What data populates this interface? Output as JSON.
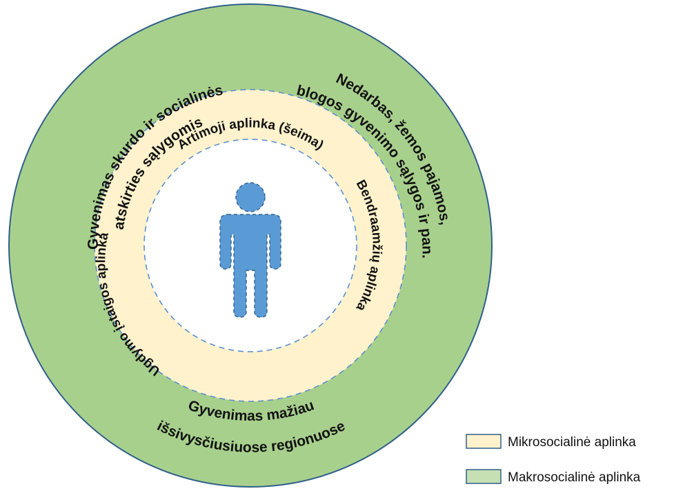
{
  "colors": {
    "macro_fill": "#a8d08d",
    "micro_fill": "#fff2cc",
    "center_fill": "#ffffff",
    "ring_stroke": "#2e5f8a",
    "dashed_stroke": "#5b8fd0",
    "person_fill": "#5b9bd5"
  },
  "macro": {
    "top_left_line1": "Gyvenimas skurdo ir socialinės",
    "top_left_line2": "atskirties sąlygomis",
    "top_right_line1": "Nedarbas, žemos pajamos,",
    "top_right_line2": "blogos gyvenimo sąlygos ir pan.",
    "bottom_line1": "Gyvenimas mažiau",
    "bottom_line2": "išsivysčiusiuose regionuose"
  },
  "micro": {
    "top": "Artimoji aplinka (šeima)",
    "right": "Bendraamžių aplinka",
    "left": "Ugdymo įstaigos aplinka"
  },
  "center": {
    "icon": "person-icon"
  },
  "legend": {
    "items": [
      {
        "label": "Mikrosocialinė aplinka",
        "color": "#fff2cc"
      },
      {
        "label": "Makrosocialinė aplinka",
        "color": "#c6e0b4"
      }
    ]
  }
}
